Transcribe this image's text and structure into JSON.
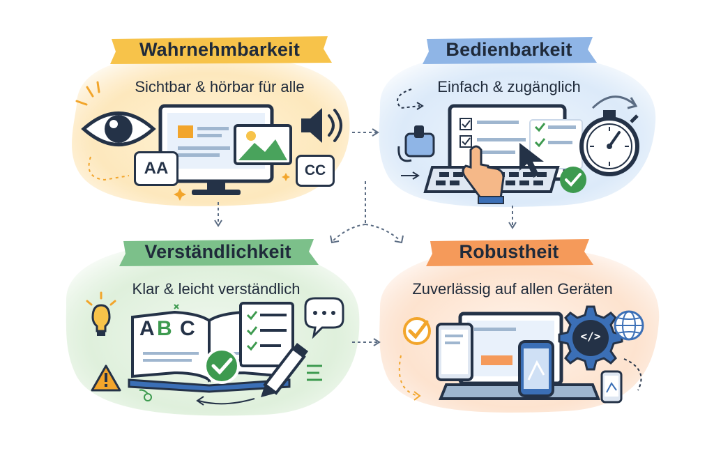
{
  "panels": {
    "perceivable": {
      "title": "Wahrnehmbarkeit",
      "subtitle": "Sichtbar & hörbar für alle",
      "badges": {
        "text_size": "AA",
        "captions": "CC"
      }
    },
    "operable": {
      "title": "Bedienbarkeit",
      "subtitle": "Einfach & zugänglich"
    },
    "understandable": {
      "title": "Verständlichkeit",
      "subtitle": "Klar & leicht verständlich",
      "book_letters": {
        "a": "A",
        "b": "B",
        "c": "C"
      }
    },
    "robust": {
      "title": "Robustheit",
      "subtitle": "Zuverlässig auf allen Geräten",
      "code_symbol": "</>"
    }
  },
  "colors": {
    "perceivable_accent": "#f7c34a",
    "operable_accent": "#8fb5e6",
    "understandable_accent": "#7cc08a",
    "robust_accent": "#f59a5a",
    "ink": "#243247"
  }
}
